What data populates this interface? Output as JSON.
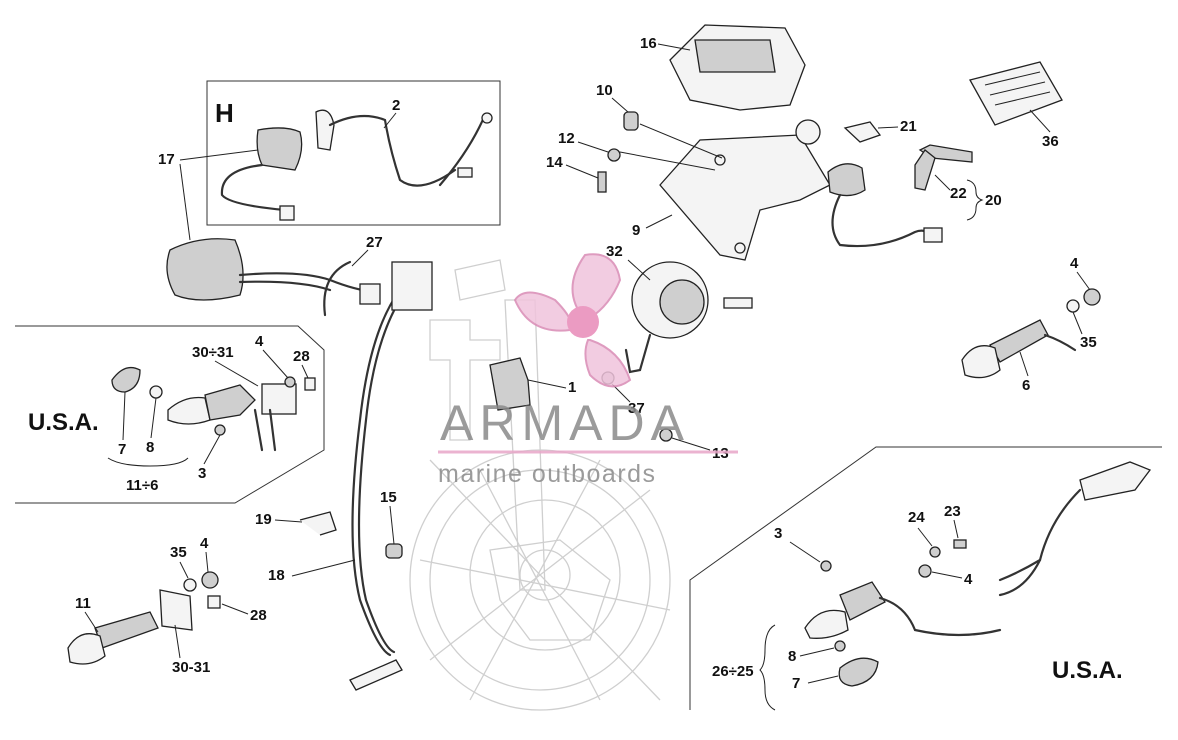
{
  "callouts": {
    "c1": "1",
    "c2": "2",
    "c3a": "3",
    "c3b": "3",
    "c4a": "4",
    "c4b": "4",
    "c4c": "4",
    "c6": "6",
    "c7a": "7",
    "c7b": "7",
    "c8a": "8",
    "c8b": "8",
    "c9": "9",
    "c10": "10",
    "c11": "11",
    "c11_6": "11÷6",
    "c12": "12",
    "c13": "13",
    "c14": "14",
    "c15": "15",
    "c16": "16",
    "c17": "17",
    "c18": "18",
    "c19": "19",
    "c20": "20",
    "c21": "21",
    "c22": "22",
    "c23": "23",
    "c24": "24",
    "c26_25": "26÷25",
    "c27": "27",
    "c28a": "28",
    "c28b": "28",
    "c30_31a": "30÷31",
    "c30_31b": "30-31",
    "c32": "32",
    "c35a": "35",
    "c35b": "35",
    "c36": "36",
    "c37": "37"
  },
  "section_h": "H",
  "usa_left": "U.S.A.",
  "usa_right": "U.S.A.",
  "watermark": {
    "brand": "ARMADA",
    "tagline": "marine outboards",
    "color": "#e8a6c8"
  }
}
